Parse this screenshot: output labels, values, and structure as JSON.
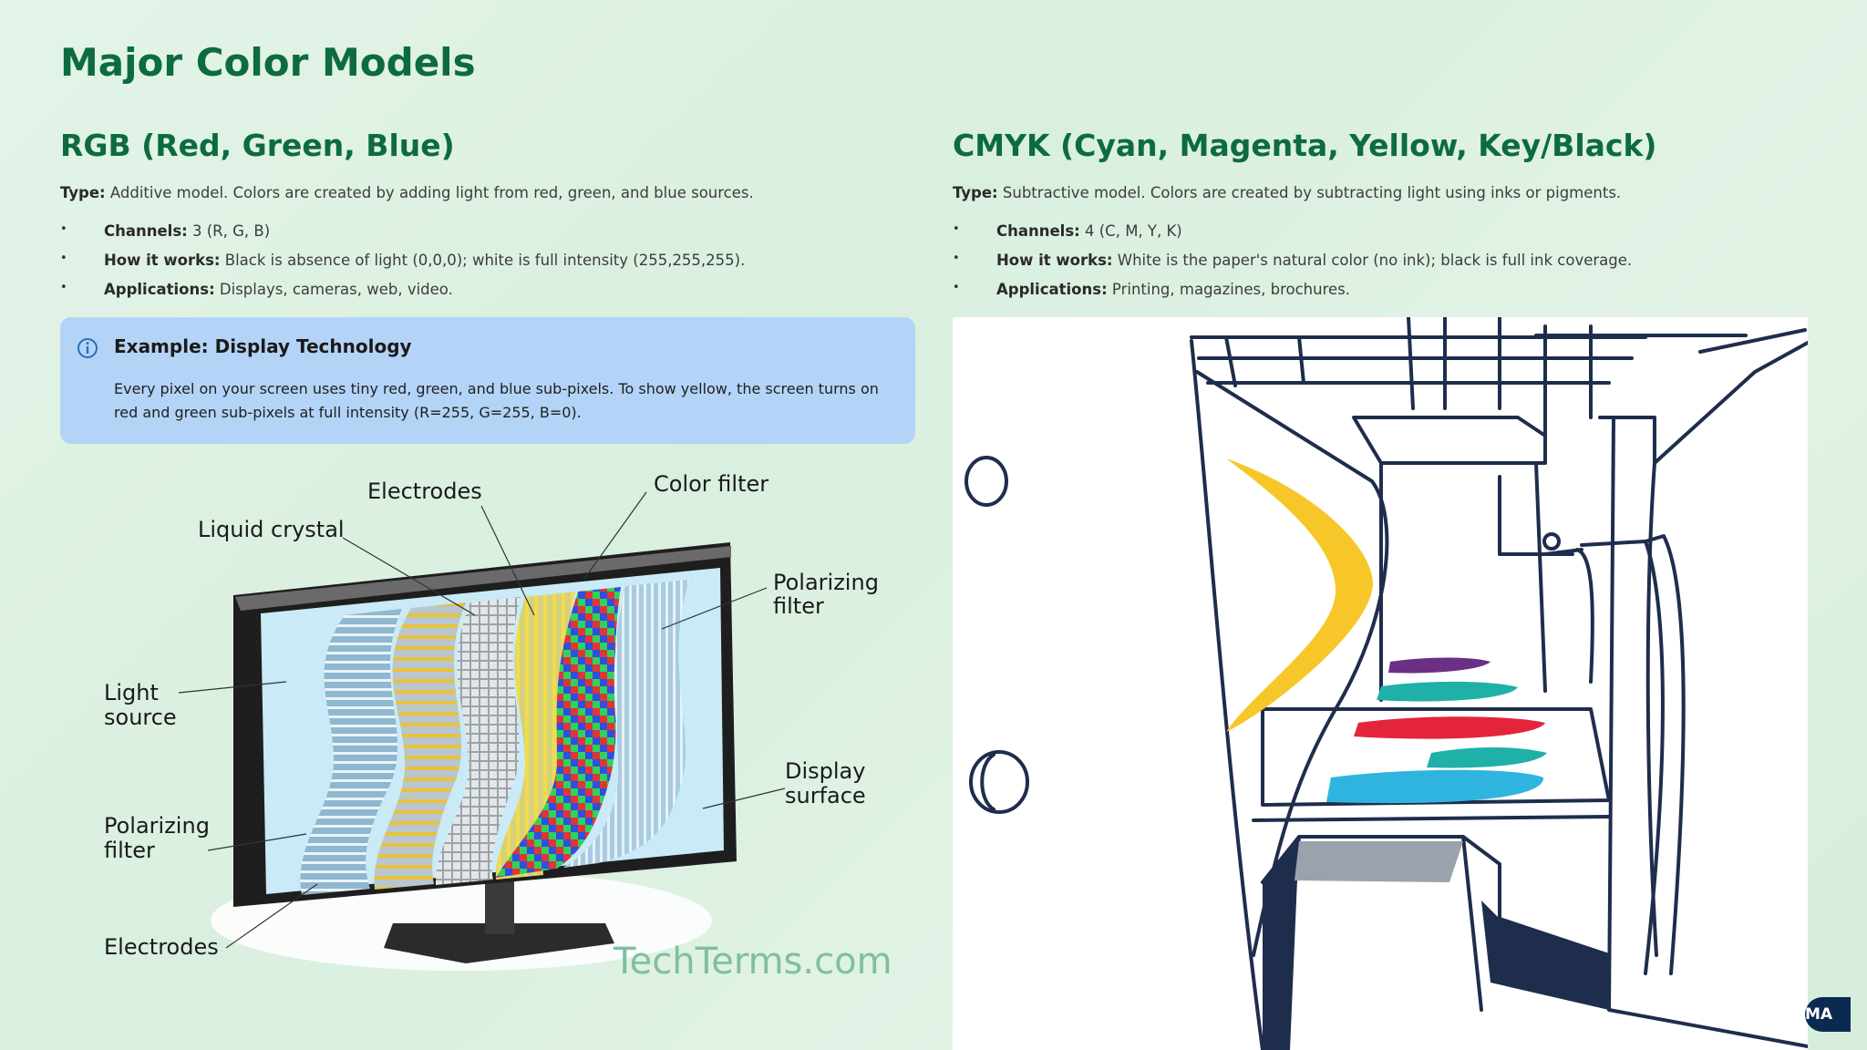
{
  "page": {
    "title": "Major Color Models"
  },
  "rgb": {
    "heading": "RGB (Red, Green, Blue)",
    "type_label": "Type:",
    "type_text": "Additive model. Colors are created by adding light from red, green, and blue sources.",
    "bullets": [
      {
        "label": "Channels:",
        "text": "3 (R, G, B)"
      },
      {
        "label": "How it works:",
        "text": "Black is absence of light (0,0,0); white is full intensity (255,255,255)."
      },
      {
        "label": "Applications:",
        "text": "Displays, cameras, web, video."
      }
    ],
    "callout": {
      "icon": "info-icon",
      "title": "Example: Display Technology",
      "text": "Every pixel on your screen uses tiny red, green, and blue sub-pixels. To show yellow, the screen turns on red and green sub-pixels at full intensity (R=255, G=255, B=0)."
    },
    "diagram": {
      "labels": {
        "electrodes_top": "Electrodes",
        "color_filter": "Color filter",
        "liquid_crystal": "Liquid crystal",
        "polarizing_right_1": "Polarizing",
        "polarizing_right_2": "filter",
        "light_1": "Light",
        "light_2": "source",
        "display_1": "Display",
        "display_2": "surface",
        "polarizing_left_1": "Polarizing",
        "polarizing_left_2": "filter",
        "electrodes_bottom": "Electrodes"
      },
      "watermark": "TechTerms.com"
    }
  },
  "cmyk": {
    "heading": "CMYK (Cyan, Magenta, Yellow, Key/Black)",
    "type_label": "Type:",
    "type_text": "Subtractive model. Colors are created by subtracting light using inks or pigments.",
    "bullets": [
      {
        "label": "Channels:",
        "text": "4 (C, M, Y, K)"
      },
      {
        "label": "How it works:",
        "text": "White is the paper's natural color (no ink); black is full ink coverage."
      },
      {
        "label": "Applications:",
        "text": "Printing, magazines, brochures."
      }
    ]
  },
  "badge": {
    "text": "MA"
  },
  "colors": {
    "heading": "#0d6b40",
    "callout_bg": "#b3d4f7",
    "ink_yellow": "#f7c72a",
    "ink_cyan": "#2fb4e0",
    "ink_magenta": "#e3243b",
    "ink_purple": "#6b2f86",
    "ink_teal": "#1fb0a8"
  }
}
